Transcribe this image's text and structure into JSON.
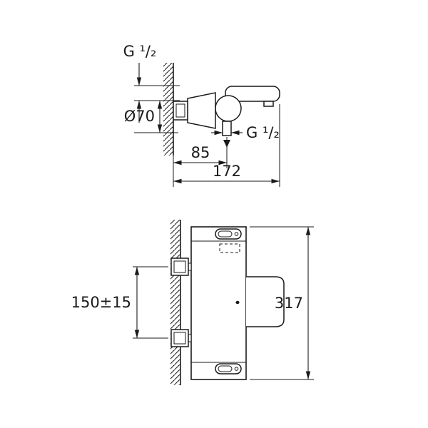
{
  "page": {
    "background": "#ffffff",
    "ink": "#1a1a1a"
  },
  "drawing": {
    "side_view": {
      "thread_top": "G ¹/₂",
      "escutcheon_diameter": "Ø70",
      "outlet_thread": "G ¹/₂",
      "wall_to_outlet": "85",
      "wall_to_spout_end": "172"
    },
    "front_view": {
      "inlet_spacing": "150±15",
      "body_height": "317"
    }
  }
}
